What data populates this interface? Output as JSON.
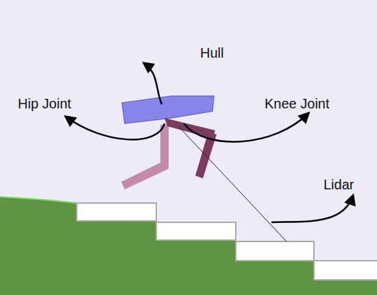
{
  "diagram": {
    "labels": [
      "Hull",
      "Hip Joint",
      "Knee Joint",
      "Lidar"
    ]
  }
}
